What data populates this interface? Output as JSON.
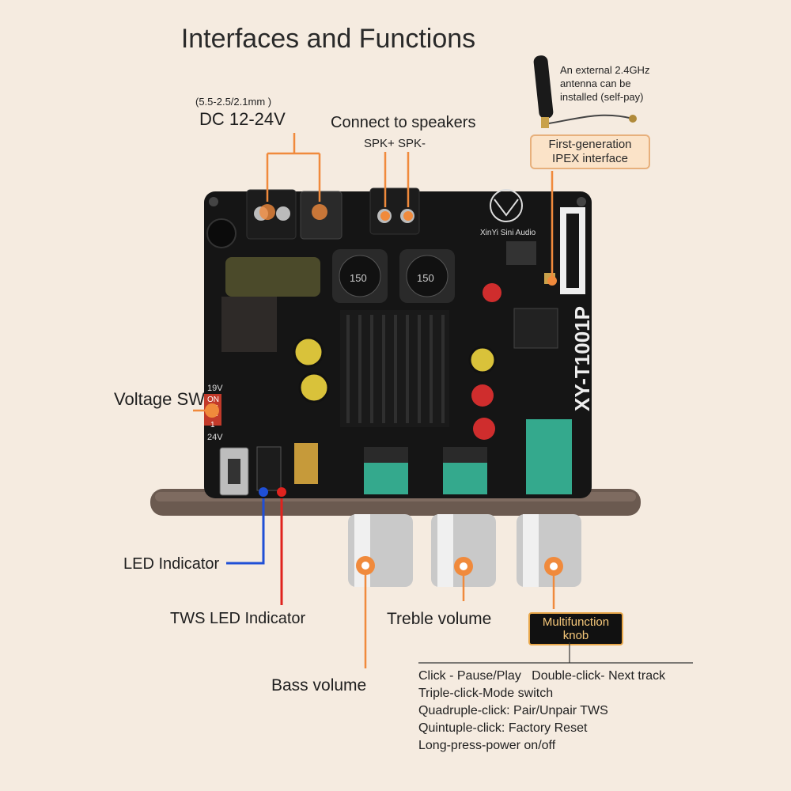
{
  "title": "Interfaces and Functions",
  "dc": {
    "spec": "(5.5-2.5/2.1mm )",
    "label": "DC 12-24V"
  },
  "speakers": {
    "label": "Connect to speakers",
    "terminals": "SPK+ SPK-"
  },
  "antenna": {
    "note": "An external 2.4GHz antenna can be installed (self-pay)",
    "badge": "First-generation IPEX interface"
  },
  "voltage": {
    "label": "Voltage SW",
    "top": "19V",
    "on": "ON",
    "bottom": "24V",
    "pos": "1"
  },
  "led": {
    "label": "LED Indicator"
  },
  "tws": {
    "label": "TWS LED Indicator"
  },
  "treble": {
    "label": "Treble volume"
  },
  "bass": {
    "label": "Bass volume"
  },
  "multi": {
    "label": "Multifunction knob",
    "functions": [
      "Click - Pause/Play   Double-click- Next track",
      "Triple-click-Mode switch",
      "Quadruple-click: Pair/Unpair TWS",
      "Quintuple-click: Factory Reset",
      "Long-press-power on/off"
    ]
  },
  "board": {
    "brand": "XinYi Sini Audio",
    "model": "XY-T1001P",
    "inductor": "150"
  },
  "colors": {
    "orange": "#f08a3c",
    "blue": "#1f4fd6",
    "red": "#e0231e",
    "board": "#141414"
  }
}
